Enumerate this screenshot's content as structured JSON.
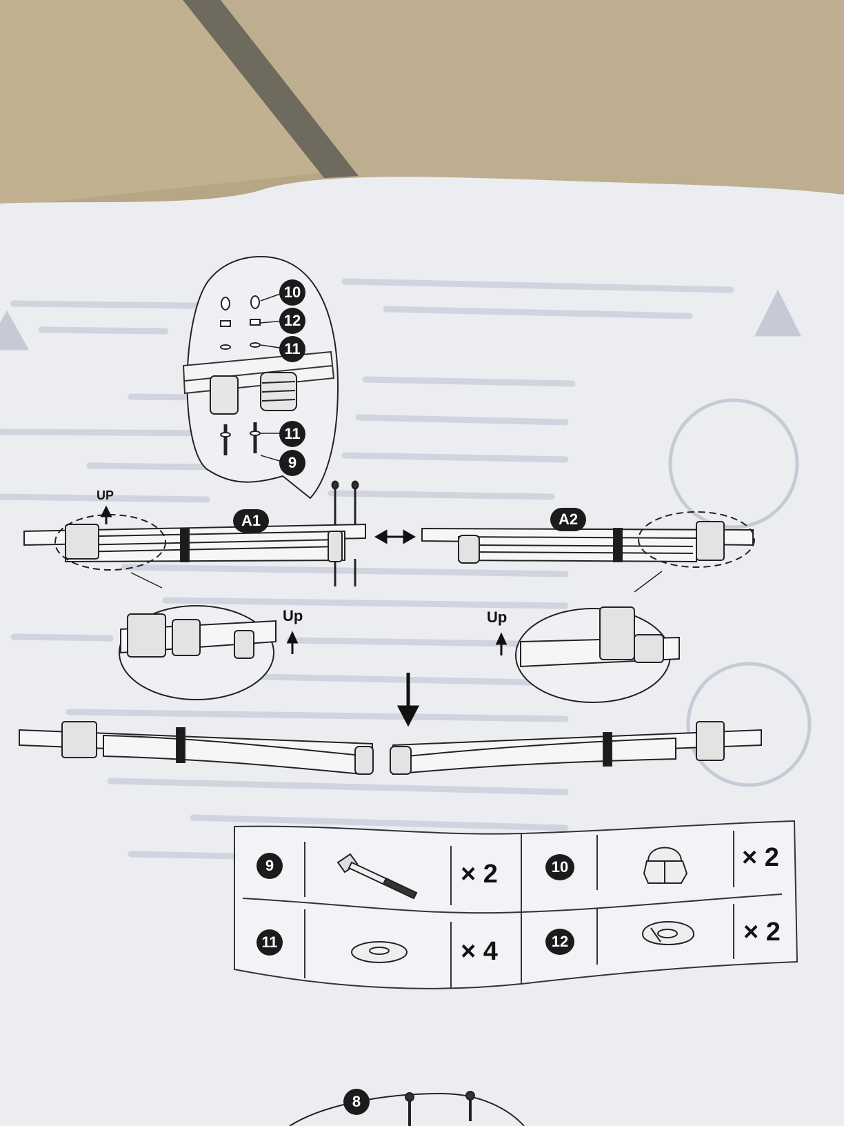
{
  "callouts": {
    "zoom_top": [
      "10",
      "12",
      "11",
      "11",
      "9"
    ],
    "part_a1": "A1",
    "part_a2": "A2",
    "up_small": "UP",
    "up_left": "Up",
    "up_right": "Up",
    "step_bottom": "8"
  },
  "parts_table": [
    {
      "num": "9",
      "qty": "× 2"
    },
    {
      "num": "10",
      "qty": "× 2"
    },
    {
      "num": "11",
      "qty": "× 4"
    },
    {
      "num": "12",
      "qty": "× 2"
    }
  ],
  "colors": {
    "paper": "#ecedf1",
    "ink": "#1b1b1b",
    "floor": "#b9a988",
    "bleed": "#c9ccd8"
  }
}
